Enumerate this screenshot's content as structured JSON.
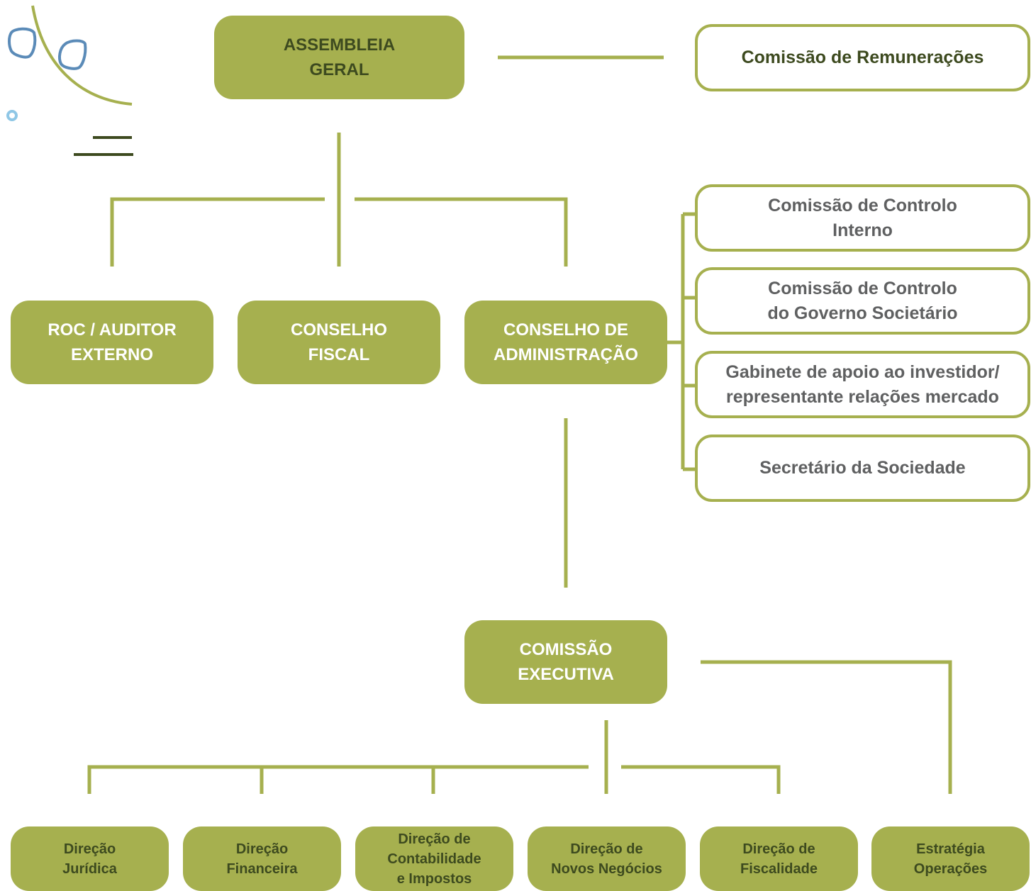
{
  "top": {
    "assembleia": [
      "ASSEMBLEIA",
      "GERAL"
    ],
    "remuneracoes": "Comissão de Remunerações"
  },
  "middle": {
    "roc": [
      "ROC / AUDITOR",
      "EXTERNO"
    ],
    "fiscal": [
      "CONSELHO",
      "FISCAL"
    ],
    "administracao": [
      "CONSELHO DE",
      "ADMINISTRAÇÃO"
    ]
  },
  "committees": [
    [
      "Comissão de Controlo",
      "Interno"
    ],
    [
      "Comissão de Controlo",
      "do Governo Societário"
    ],
    [
      "Gabinete de apoio ao investidor/",
      "representante relações mercado"
    ],
    [
      "Secretário da Sociedade"
    ]
  ],
  "executiva": [
    "COMISSÃO",
    "EXECUTIVA"
  ],
  "directorates": [
    [
      "Direção",
      "Jurídica"
    ],
    [
      "Direção",
      "Financeira"
    ],
    [
      "Direção de",
      "Contabilidade",
      "e Impostos"
    ],
    [
      "Direção de",
      "Novos Negócios"
    ],
    [
      "Direção de",
      "Fiscalidade"
    ],
    [
      "Estratégia",
      "Operações"
    ]
  ],
  "colors": {
    "olive": "#a6b04f",
    "dark_olive": "#3d4a1f",
    "leaf_blue": "#5b8bb8",
    "dot_blue": "#8fc7e6",
    "grey_text": "#5f6061"
  },
  "icons": [
    "logo-leaves-icon"
  ]
}
